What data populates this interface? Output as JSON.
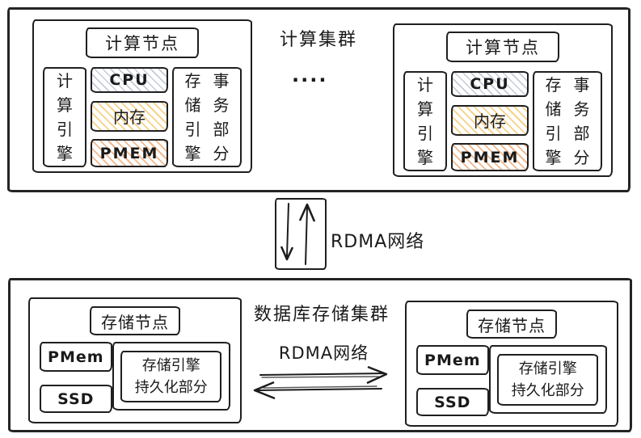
{
  "compute_cluster": {
    "label": "计算集群",
    "ellipsis": "....",
    "nodes": [
      {
        "title": "计算节点",
        "engine_vertical": "计算引擎",
        "cpu": "CPU",
        "memory": "内存",
        "pmem": "PMEM",
        "storage_engine_vertical": "存储引擎",
        "transaction_vertical": "事务部分"
      },
      {
        "title": "计算节点",
        "engine_vertical": "计算引擎",
        "cpu": "CPU",
        "memory": "内存",
        "pmem": "PMEM",
        "storage_engine_vertical": "存储引擎",
        "transaction_vertical": "事务部分"
      }
    ]
  },
  "interconnect": {
    "label": "RDMA网络"
  },
  "storage_cluster": {
    "label": "数据库存储集群",
    "rdma_label": "RDMA网络",
    "nodes": [
      {
        "title": "存储节点",
        "pmem": "PMem",
        "ssd": "SSD",
        "engine_line1": "存储引擎",
        "engine_line2": "持久化部分"
      },
      {
        "title": "存储节点",
        "pmem": "PMem",
        "ssd": "SSD",
        "engine_line1": "存储引擎",
        "engine_line2": "持久化部分"
      }
    ]
  },
  "colors": {
    "stroke": "#1f1f1f",
    "cpu_hatch": "#94a0b6",
    "memory_hatch": "#f0b437",
    "pmem_hatch": "#e99150"
  }
}
